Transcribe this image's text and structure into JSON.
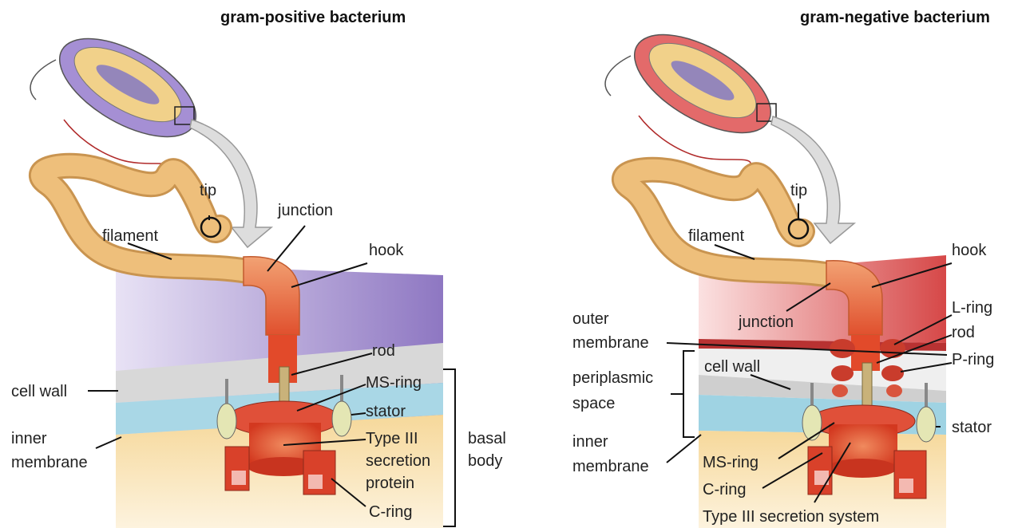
{
  "left": {
    "title": "gram-positive bacterium",
    "labels": {
      "tip": "tip",
      "junction": "junction",
      "filament": "filament",
      "hook": "hook",
      "rod": "rod",
      "cell_wall": "cell wall",
      "ms_ring": "MS-ring",
      "stator": "stator",
      "inner_membrane_1": "inner",
      "inner_membrane_2": "membrane",
      "type3_1": "Type III",
      "type3_2": "secretion",
      "type3_3": "protein",
      "c_ring": "C-ring",
      "basal_1": "basal",
      "basal_2": "body"
    }
  },
  "right": {
    "title": "gram-negative bacterium",
    "labels": {
      "tip": "tip",
      "filament": "filament",
      "hook": "hook",
      "junction": "junction",
      "l_ring": "L-ring",
      "outer_membrane_1": "outer",
      "outer_membrane_2": "membrane",
      "rod": "rod",
      "p_ring": "P-ring",
      "periplasmic_1": "periplasmic",
      "periplasmic_2": "space",
      "cell_wall": "cell wall",
      "stator": "stator",
      "inner_membrane_1": "inner",
      "inner_membrane_2": "membrane",
      "ms_ring": "MS-ring",
      "c_ring": "C-ring",
      "type3": "Type III secretion system"
    }
  },
  "colors": {
    "gram_positive_wall": "#8f79c4",
    "gram_negative_wall": "#d94d4d",
    "filament": "#e7b56d",
    "motor_red": "#d93a2a",
    "cytoplasm": "#f7dfa6",
    "membrane_blue": "#9fd3e3"
  }
}
